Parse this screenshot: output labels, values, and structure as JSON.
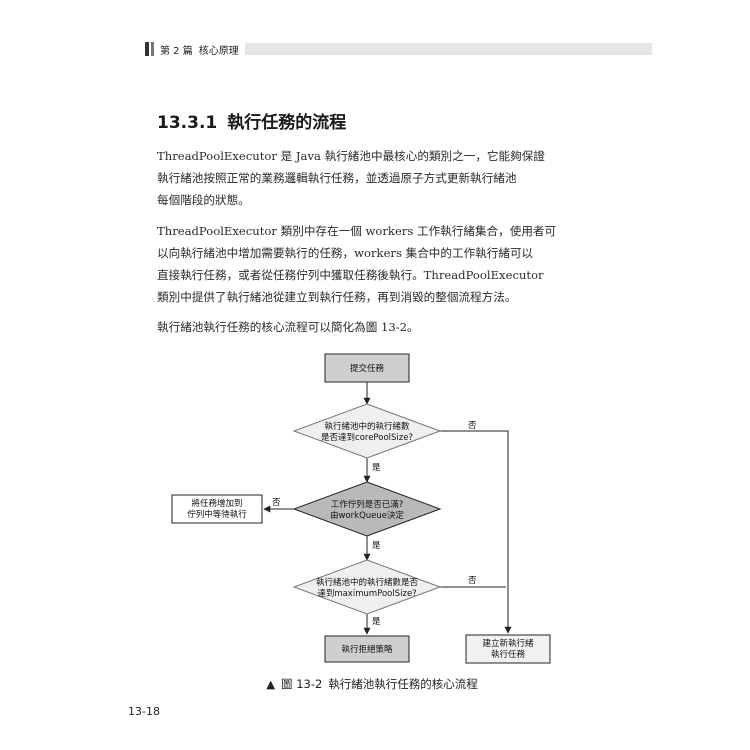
{
  "header": {
    "chapter": "第 2 篇",
    "part_title": "核心原理"
  },
  "section": {
    "number": "13.3.1",
    "title": "執行任務的流程"
  },
  "paragraphs": [
    {
      "lines": [
        "ThreadPoolExecutor 是 Java 執行緒池中最核心的類別之一，它能夠保證",
        "執行緒池按照正常的業務邏輯執行任務，並透過原子方式更新執行緒池",
        "每個階段的狀態。"
      ]
    },
    {
      "lines": [
        "ThreadPoolExecutor 類別中存在一個 workers 工作執行緒集合，使用者可",
        "以向執行緒池中增加需要執行的任務，workers 集合中的工作執行緒可以",
        "直接執行任務，或者從任務佇列中獲取任務後執行。ThreadPoolExecutor",
        "類別中提供了執行緒池從建立到執行任務，再到消毀的整個流程方法。"
      ]
    },
    {
      "lines": [
        "執行緒池執行任務的核心流程可以簡化為圖 13-2。"
      ]
    }
  ],
  "flowchart": {
    "submit_task": "提交任務",
    "decision_core": [
      "執行緒池中的執行緒數",
      "是否達到corePoolSize?"
    ],
    "decision_queue": [
      "工作佇列是否已滿?",
      "由workQueue決定"
    ],
    "decision_max": [
      "執行緒池中的執行緒數是否",
      "達到maximumPoolSize?"
    ],
    "add_to_queue": [
      "將任務增加到",
      "佇列中等待執行"
    ],
    "reject_policy": "執行拒絕策略",
    "create_thread": [
      "建立新執行緒",
      "執行任務"
    ],
    "label_yes": "是",
    "label_no": "否"
  },
  "figure": {
    "marker": "▲",
    "number": "圖 13-2",
    "caption": "執行緒池執行任務的核心流程"
  },
  "page_number": "13-18"
}
